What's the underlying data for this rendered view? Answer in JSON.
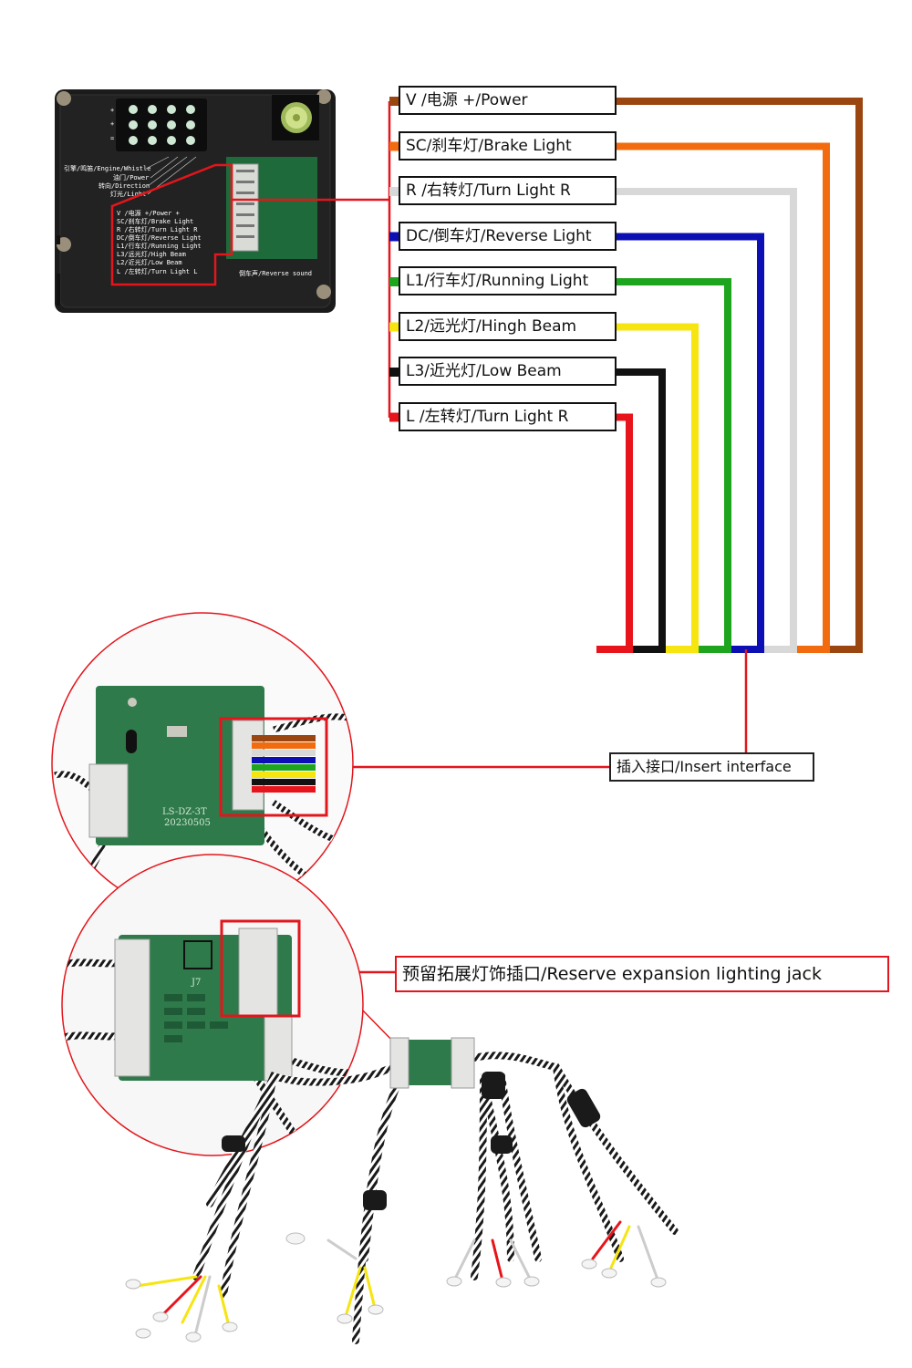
{
  "wire_labels": [
    {
      "text": "V /电源 +/Power",
      "color": "#9b4510"
    },
    {
      "text": "SC/刹车灯/Brake Light",
      "color": "#f26b0f"
    },
    {
      "text": "R /右转灯/Turn Light R",
      "color": "#d8d8d8"
    },
    {
      "text": "DC/倒车灯/Reverse Light",
      "color": "#0b0fb4"
    },
    {
      "text": "L1/行车灯/Running Light",
      "color": "#1ea51e"
    },
    {
      "text": "L2/远光灯/Hingh Beam",
      "color": "#f6e511"
    },
    {
      "text": "L3/近光灯/Low Beam",
      "color": "#111111"
    },
    {
      "text": "L /左转灯/Turn Light R",
      "color": "#e8141c"
    }
  ],
  "device_left_labels": [
    "引擎/鸣笛/Engine/Whistle",
    "油门/Power",
    "转向/Direction",
    "灯光/Light"
  ],
  "device_connector_labels": [
    "V /电源 +/Power +",
    "SC/刹车灯/Brake Light",
    "R /右转灯/Turn Light R",
    "DC/倒车灯/Reverse Light",
    "L1/行车灯/Running Light",
    "L3/远光灯/High Beam",
    "L2/近光灯/Low Beam",
    "L /左转灯/Turn Light L"
  ],
  "device_bottom_label": "倒车声/Reverse sound",
  "device_pin_marks": [
    "+",
    "+",
    "="
  ],
  "insert_label": "插入接口/Insert interface",
  "reserve_label": "预留拓展灯饰插口/Reserve expansion lighting jack",
  "board_text": [
    "LS-DZ-3T",
    "20230505"
  ],
  "board_pin_mark": "J7",
  "accent_color": "#e2161c"
}
